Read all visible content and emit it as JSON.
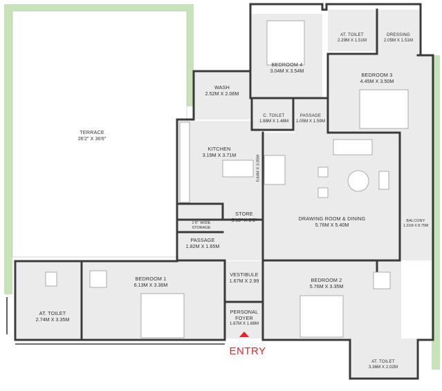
{
  "colors": {
    "floor": "#ebebeb",
    "floor_alt": "#e4e4e4",
    "wall": "#3a3a3a",
    "terrace": "#ffffff",
    "planter": "#c8e2b9",
    "furniture": "#ffffff",
    "furniture_stroke": "#9a9a9a",
    "accent": "#e32528"
  },
  "rooms": {
    "terrace": {
      "name": "TERRACE",
      "dim": "26'2\" X 36'6\""
    },
    "wash": {
      "name": "WASH",
      "dim": "2.52M X 2.06M"
    },
    "bedroom4": {
      "name": "BEDROOM 4",
      "dim": "3.04M X 3.54M"
    },
    "toilet_top": {
      "name": "AT. TOILET",
      "dim": "2.29M X 1.51M"
    },
    "dressing": {
      "name": "DRESSING",
      "dim": "2.05M X 1.51M"
    },
    "bedroom3": {
      "name": "BEDROOM 3",
      "dim": "4.45M X 3.50M"
    },
    "c_toilet": {
      "name": "C. TOILET",
      "dim": "1.88M X 1.48M"
    },
    "passage_top": {
      "name": "PASSAGE",
      "dim": "1.05M X 1.59M"
    },
    "kitchen": {
      "name": "KITCHEN",
      "dim": "3.19M X 3.71M"
    },
    "counter": {
      "name": "0.64M X 3.05M"
    },
    "store": {
      "name": "STORE",
      "dim": "5'10\" X 3'6\""
    },
    "storage": {
      "name": "1'6\" WIDE",
      "dim": "STORAGE"
    },
    "drawing": {
      "name": "DRAWING ROOM & DINING",
      "dim": "5.76M X 5.40M"
    },
    "balcony": {
      "name": "BALCONY",
      "dim": "1.21M X 8.75M"
    },
    "passage": {
      "name": "PASSAGE",
      "dim": "1.82M X 1.65M"
    },
    "bedroom1": {
      "name": "BEDROOM 1",
      "dim": "6.13M X 3.36M"
    },
    "toilet_left": {
      "name": "AT. TOILET",
      "dim": "2.74M X 3.35M"
    },
    "vestibule": {
      "name": "VESTIBULE",
      "dim": "1.67M X 2.99"
    },
    "foyer": {
      "name": "PERSONAL FOYER",
      "dim": "1.67M X 1.68M"
    },
    "bedroom2": {
      "name": "BEDROOM 2",
      "dim": "5.76M X 3.35M"
    },
    "toilet_bottom": {
      "name": "AT. TOILET",
      "dim": "3.36M X 2.02M"
    }
  },
  "entry": {
    "label": "ENTRY"
  }
}
